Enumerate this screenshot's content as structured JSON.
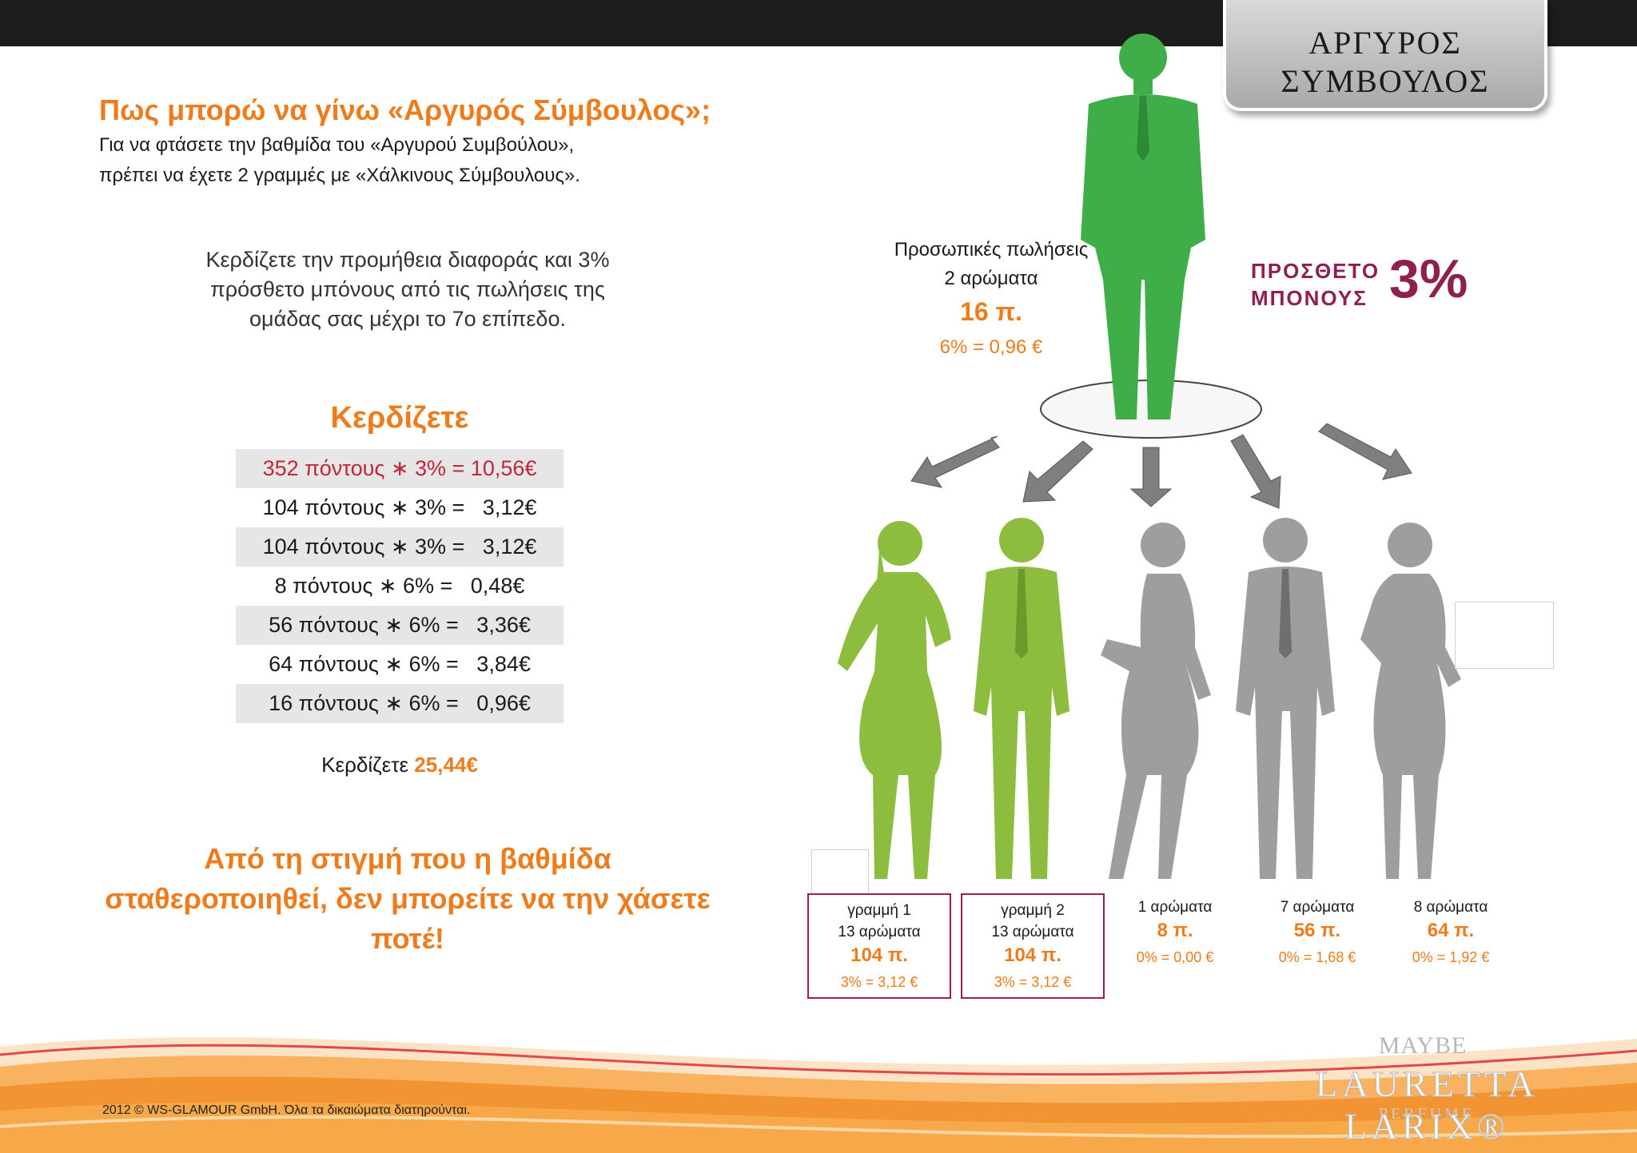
{
  "header": {
    "badge_line1": "ΑΡΓΥΡΟΣ",
    "badge_line2": "ΣΥΜΒΟΥΛΟΣ"
  },
  "intro": {
    "title": "Πως μπορώ να γίνω «Αργυρός Σύμβουλος»;",
    "sub1": "Για να φτάσετε την βαθμίδα του «Αργυρού Συμβούλου»,",
    "sub2": "πρέπει να έχετε 2 γραμμές με «Χάλκινους Σύμβουλους».",
    "para1": "Κερδίζετε την προμήθεια διαφοράς και 3%",
    "para2": "πρόσθετο μπόνους από τις πωλήσεις της",
    "para3": "ομάδας σας μέχρι το 7ο επίπεδο."
  },
  "earnings": {
    "heading": "Κερδίζετε",
    "rows": [
      "352 πόντους ∗ 3% = 10,56€",
      "104 πόντους ∗ 3% =   3,12€",
      "104 πόντους ∗ 3% =   3,12€",
      "8 πόντους ∗ 6% =   0,48€",
      "56 πόντους ∗ 6% =   3,36€",
      "64 πόντους ∗ 6% =   3,84€",
      "16 πόντους ∗ 6% =   0,96€"
    ],
    "total_label": "Κερδίζετε ",
    "total_value": "25,44€"
  },
  "stable_msg": {
    "line1": "Από τη στιγμή που η βαθμίδα",
    "line2": "σταθεροποιηθεί, δεν μπορείτε να την χάσετε",
    "line3": "ποτέ!"
  },
  "personal": {
    "line1": "Προσωπικές πωλήσεις",
    "line2": "2 αρώματα",
    "points": "16 π.",
    "pct": "6% = 0,96 €"
  },
  "bonus": {
    "line1": "ΠΡΟΣΘΕΤΟ",
    "line2": "ΜΠΟΝΟΥΣ",
    "value": "3%"
  },
  "members": [
    {
      "line1": "γραμμή 1",
      "line2": "13 αρώματα",
      "points": "104 π.",
      "pct": "3% = 3,12 €"
    },
    {
      "line1": "γραμμή 2",
      "line2": "13 αρώματα",
      "points": "104 π.",
      "pct": "3% = 3,12 €"
    },
    {
      "line1": "1 αρώματα",
      "points": "8 π.",
      "pct": "0% = 0,00 €"
    },
    {
      "line1": "7 αρώματα",
      "points": "56 π.",
      "pct": "0% = 1,68 €"
    },
    {
      "line1": "8 αρώματα",
      "points": "64 π.",
      "pct": "0% = 1,92 €"
    }
  ],
  "footer": {
    "copyright": "2012 © WS-GLAMOUR GmbH. Όλα τα δικαιώματα διατηρούνται."
  },
  "logo": {
    "maybe": "MAYBE",
    "name": "LAURETTA LARIX®",
    "perfume": "PERFUME"
  },
  "colors": {
    "orange": "#ee7b1c",
    "green_top": "#3fae49",
    "green_light": "#8cbd3f",
    "gray_figure": "#9e9e9e",
    "bonus": "#8e1f4f",
    "row_red": "#c0263a"
  }
}
